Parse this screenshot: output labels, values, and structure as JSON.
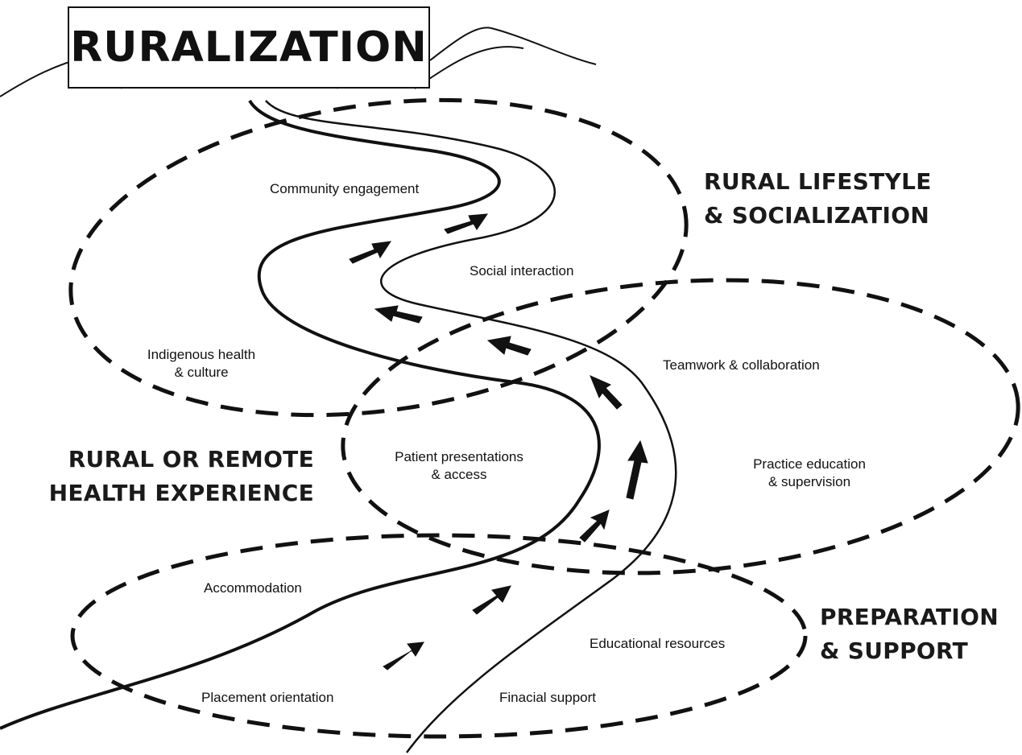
{
  "title": "RURALIZATION",
  "zones": {
    "lifestyle": [
      "RURAL LIFESTYLE",
      "& SOCIALIZATION"
    ],
    "experience": [
      "RURAL OR REMOTE",
      "HEALTH EXPERIENCE"
    ],
    "preparation": [
      "PREPARATION",
      "& SUPPORT"
    ]
  },
  "labels": {
    "community_engagement": "Community engagement",
    "social_interaction": "Social interaction",
    "indigenous_1": "Indigenous health",
    "indigenous_2": "& culture",
    "teamwork": "Teamwork & collaboration",
    "patient_1": "Patient presentations",
    "patient_2": "& access",
    "practice_1": "Practice education",
    "practice_2": "& supervision",
    "accommodation": "Accommodation",
    "educational_resources": "Educational resources",
    "placement_orientation": "Placement orientation",
    "financial_support": "Finacial support"
  }
}
